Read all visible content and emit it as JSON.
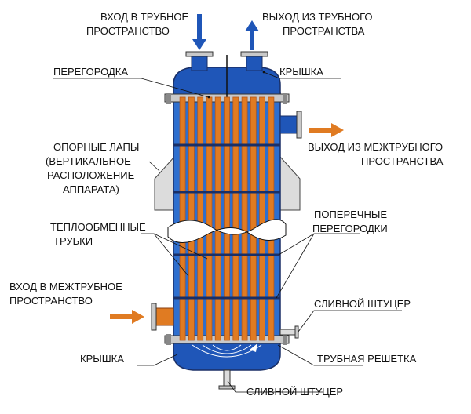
{
  "labels": {
    "tube_inlet": [
      "ВХОД В ТРУБНОЕ",
      "ПРОСТРАНСТВО"
    ],
    "tube_outlet": [
      "ВЫХОД ИЗ ТРУБНОГО",
      "ПРОСТРАНСТВА"
    ],
    "partition": "ПЕРЕГОРОДКА",
    "cover_top": "КРЫШКА",
    "shell_outlet": [
      "ВЫХОД ИЗ МЕЖТРУБНОГО",
      "ПРОСТРАНСТВА"
    ],
    "support_legs": [
      "ОПОРНЫЕ ЛАПЫ",
      "(ВЕРТИКАЛЬНОЕ",
      "РАСПОЛОЖЕНИЕ",
      "АППАРАТА)"
    ],
    "cross_baffles": [
      "ПОПЕРЕЧНЫЕ",
      "ПЕРЕГОРОДКИ"
    ],
    "tubes": [
      "ТЕПЛООБМЕННЫЕ",
      "ТРУБКИ"
    ],
    "shell_inlet": [
      "ВХОД В МЕЖТРУБНОЕ",
      "ПРОСТРАНСТВО"
    ],
    "drain_side": "СЛИВНОЙ ШТУЦЕР",
    "cover_bottom": "КРЫШКА",
    "tube_sheet": "ТРУБНАЯ РЕШЕТКА",
    "drain_bottom": "СЛИВНОЙ ШТУЦЕР"
  },
  "colors": {
    "tube": "#e07b22",
    "tube_dark": "#b8591a",
    "chamber": "#1f56b8",
    "shell_gap": "#2e6fcf",
    "flange": "#c9c9c9",
    "arrow_blue": "#1f56b8",
    "arrow_orange": "#e07b22"
  }
}
